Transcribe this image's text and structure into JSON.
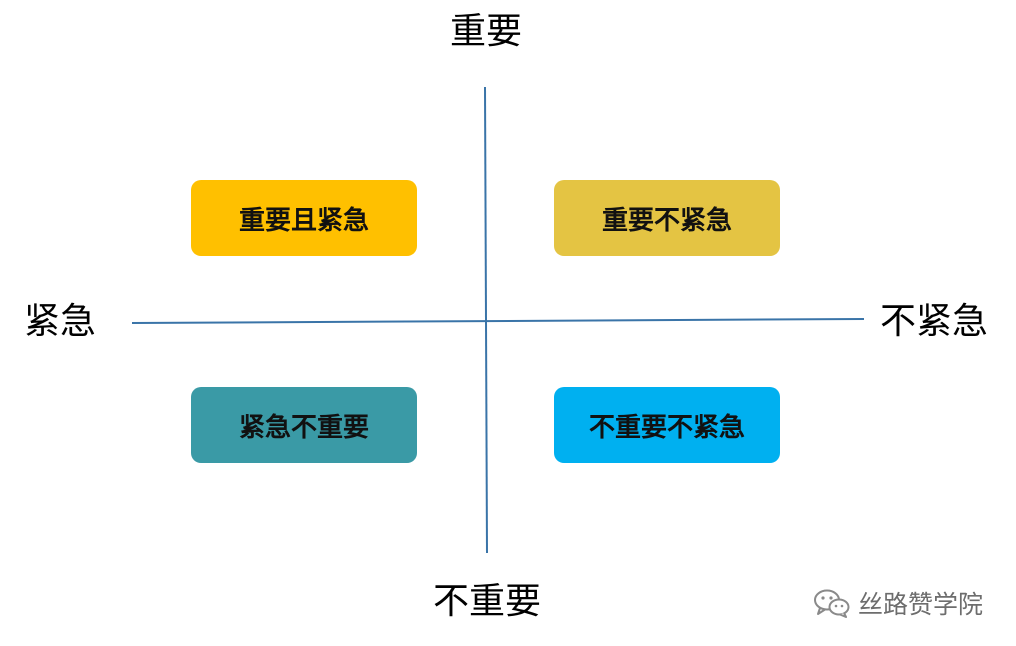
{
  "axes": {
    "top": "重要",
    "bottom": "不重要",
    "left": "紧急",
    "right": "不紧急",
    "line_color": "#3a74a8"
  },
  "quadrants": {
    "top_left": {
      "label": "重要且紧急",
      "color": "#ffc000"
    },
    "top_right": {
      "label": "重要不紧急",
      "color": "#e4c443"
    },
    "bottom_left": {
      "label": "紧急不重要",
      "color": "#3a9aa6"
    },
    "bottom_right": {
      "label": "不重要不紧急",
      "color": "#00b0f0"
    }
  },
  "watermark": {
    "text": "丝路赞学院",
    "icon": "wechat-icon"
  }
}
